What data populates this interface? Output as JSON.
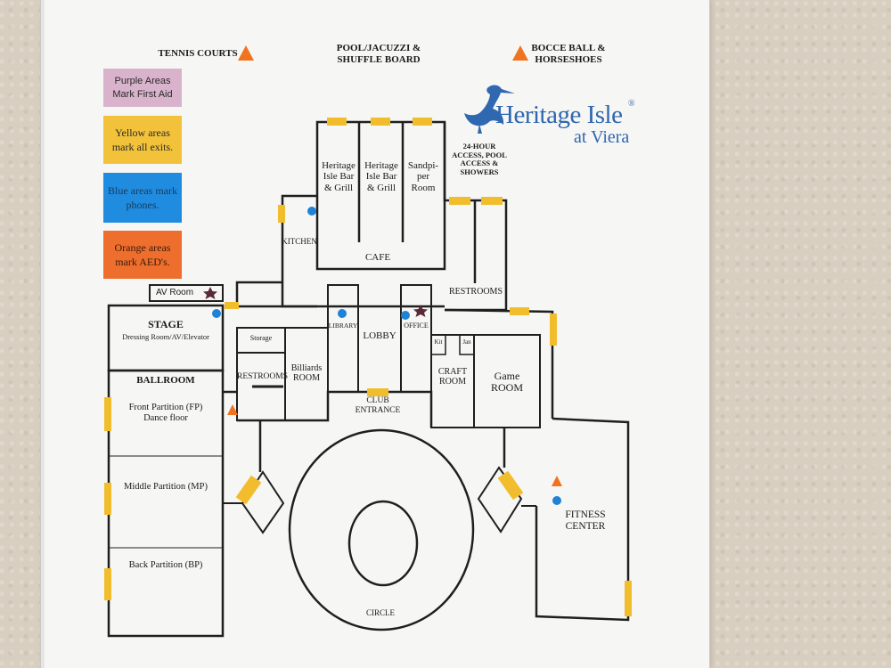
{
  "colors": {
    "wall": "#1f1f1f",
    "exit": "#f2bd2c",
    "phone": "#1f82d6",
    "aed": "#f0731f",
    "first_aid": "#d9b3cc",
    "legend_yellow": "#f2c23a",
    "legend_blue": "#1f8ce0",
    "legend_orange": "#ee6e2e",
    "logo_blue": "#2f67b0"
  },
  "outdoor": {
    "tennis": "TENNIS COURTS",
    "pool": "POOL/JACUZZI &\nSHUFFLE BOARD",
    "bocce": "BOCCE BALL &\nHORSESHOES"
  },
  "legend": {
    "first_aid": "Purple Areas\nMark First Aid",
    "exits": "Yellow areas\nmark all exits.",
    "phones": "Blue areas mark\nphones.",
    "aeds": "Orange areas\nmark AED's."
  },
  "logo": {
    "name": "Heritage Isle",
    "registered": "®",
    "sub": "at Viera",
    "icon": "heron-icon"
  },
  "rooms": {
    "bar1": "Heritage\nIsle Bar\n& Grill",
    "bar2": "Heritage\nIsle Bar\n& Grill",
    "sandpiper": "Sandpi-\nper\nRoom",
    "access": "24-HOUR\nACCESS, POOL\nACCESS &\nSHOWERS",
    "kitchen": "KITCHEN",
    "cafe": "CAFE",
    "restrooms_top": "RESTROOMS",
    "av_room": "AV Room",
    "stage": "STAGE",
    "stage_sub": "Dressing Room/AV/Elevator",
    "storage": "Storage",
    "library": "LIBRARY",
    "lobby": "LOBBY",
    "office": "OFFICE",
    "kitchenette": "Kit",
    "janitor": "Jan",
    "restrooms_mid": "RESTROOMS",
    "billiards": "Billiards\nROOM",
    "craft": "CRAFT\nROOM",
    "game": "Game\nROOM",
    "ballroom": "BALLROOM",
    "club_entrance": "CLUB\nENTRANCE",
    "front_partition": "Front Partition (FP)\nDance floor",
    "middle_partition": "Middle Partition (MP)",
    "back_partition": "Back Partition (BP)",
    "fitness": "FITNESS\nCENTER",
    "circle": "CIRCLE"
  }
}
